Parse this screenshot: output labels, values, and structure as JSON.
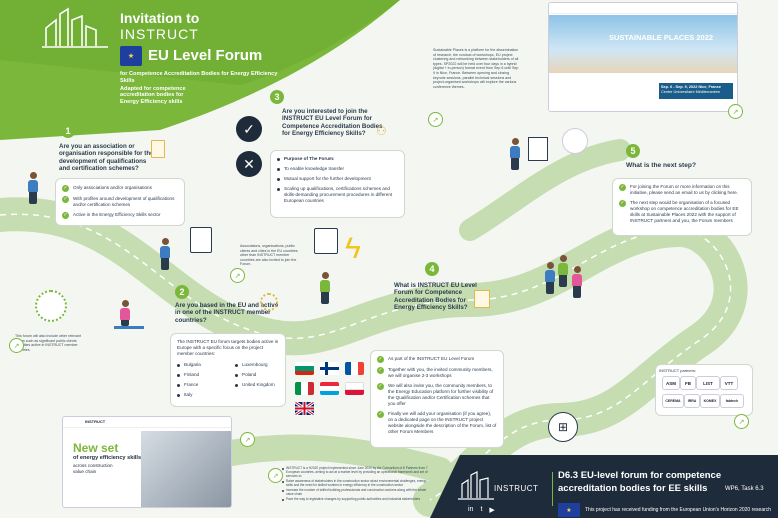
{
  "header": {
    "invitation_to": "Invitation to",
    "instruct": "INSTRUCT",
    "forum_title": "EU Level Forum",
    "subtitle": "for Competence Accreditation Bodies for Energy Efficiency Skills",
    "adapted": "Adapted for competence accreditation bodies for Energy Efficiency skills"
  },
  "step1": {
    "number": "1",
    "question": "Are you an association or organisation responsible for the development of qualifications and certification schemes?",
    "items": [
      "Only associations and/or organisations",
      "With profiles around development of qualifications and/or certification schemes",
      "Active in the Energy Efficiency Skills sector"
    ],
    "note": "This forum will also include other relevant actors such as significant public clients and cities active in INSTRUCT member countries."
  },
  "step2": {
    "number": "2",
    "question": "Are you based in the EU and active in one of the INSTRUCT member countries?",
    "intro": "The INSTRUCT EU forum targets bodies active in Europe with a specific focus on the project member countries:",
    "countries_col1": [
      "Bulgaria",
      "Finland",
      "France",
      "Italy"
    ],
    "countries_col2": [
      "Luxembourg",
      "Poland",
      "United Kingdom"
    ],
    "note": "Associations, organisations, public clients and cities in the EU countries other than INSTRUCT member countries are also invited to join the Forum."
  },
  "step3": {
    "number": "3",
    "question": "Are you interested to join the INSTRUCT EU Level Forum for Competence Accreditation Bodies for Energy Efficiency Skills?",
    "purpose_title": "Purpose of The Forum:",
    "items": [
      "To enable knowledge transfer",
      "Mutual support for the further development",
      "Scaling up qualifications, certifications schemes and skills-demanding procurement procedures in different European countries"
    ]
  },
  "step4": {
    "number": "4",
    "question": "What is INSTRUCT EU Level Forum for Competence Accreditation Bodies for Energy Efficiency Skills?",
    "items": [
      "As part of the INSTRUCT EU Level Forum",
      "Together with you, the invited community members, we will organise 2-3 workshops",
      "We will also invite you, the community members, to the Energy Education platform for further visibility of the Qualification and/or Certification schemes that you offer",
      "Finally we will add your organisation (if you agree), on a dedicated page on the INSTRUCT project website alongside the description of the Forum, list of other Forum Members"
    ]
  },
  "step5": {
    "number": "5",
    "question": "What is the next step?",
    "items": [
      "For joining the Forum or more information on this initiative, please send an email to us by clicking here.",
      "The next step would be organisation of a focused workshop on competence accreditation bodies for EE skills at Sustainable Places 2022 with the support of INSTRUCT partners and you, the Forum members"
    ]
  },
  "sustainable_places": {
    "title": "SUSTAINABLE PLACES 2022",
    "dates": "Sep. 6 - Sep. 9, 2022 Nice, France",
    "venue": "Centre Universitaire Méditerranéen",
    "note": "Sustainable Places is a platform for the dissemination of research, the conduct of workshops, EU project clustering and networking between stakeholders of all types. SP2022 will be held over four days in a hybrid (digital + in-person) format event from Sep 6 until Sep 9 in Nice, France. Between opening and closing keynote sessions, parallel technical sessions and project-organised workshops will explore the various conference themes."
  },
  "partners": {
    "label": "INSTRUCT partners:",
    "names": [
      "ASM",
      "FB",
      "LIST",
      "VTT",
      "CEREMA",
      "IRRA",
      "KOMEX",
      "fabtech"
    ]
  },
  "website": {
    "logo": "INSTRUCT",
    "headline": "New set",
    "line2": "of energy efficiency skills",
    "line3": "across construction",
    "line4": "value chain"
  },
  "about": {
    "items": [
      "INSTRUCT is a H2020 project implemented since June 2020 by the Consortium of 8 Partners from 7 European countries, aiming to act at a market level by providing an operational framework and set of services to:",
      "Raise awareness of stakeholders in the construction sector about environmental challenges, energy skills and the need for skilled workers in energy efficiency in the construction sector",
      "Increase the number of skilled building professionals and construction workers along with the whole value chain",
      "Pave the way to legislative changes by supporting public authorities and industrial stakeholders"
    ]
  },
  "footer": {
    "logo": "INSTRUCT",
    "title_line1": "D6.3 EU-level forum for competence",
    "title_line2": "accreditation bodies for EE skills",
    "wp": "WP6, Task 6.3",
    "funding": "This project has received funding from the European Union's Horizon 2020 research"
  },
  "colors": {
    "green": "#7bb73a",
    "dark": "#1e2b3a",
    "road": "#c5ddb0"
  }
}
